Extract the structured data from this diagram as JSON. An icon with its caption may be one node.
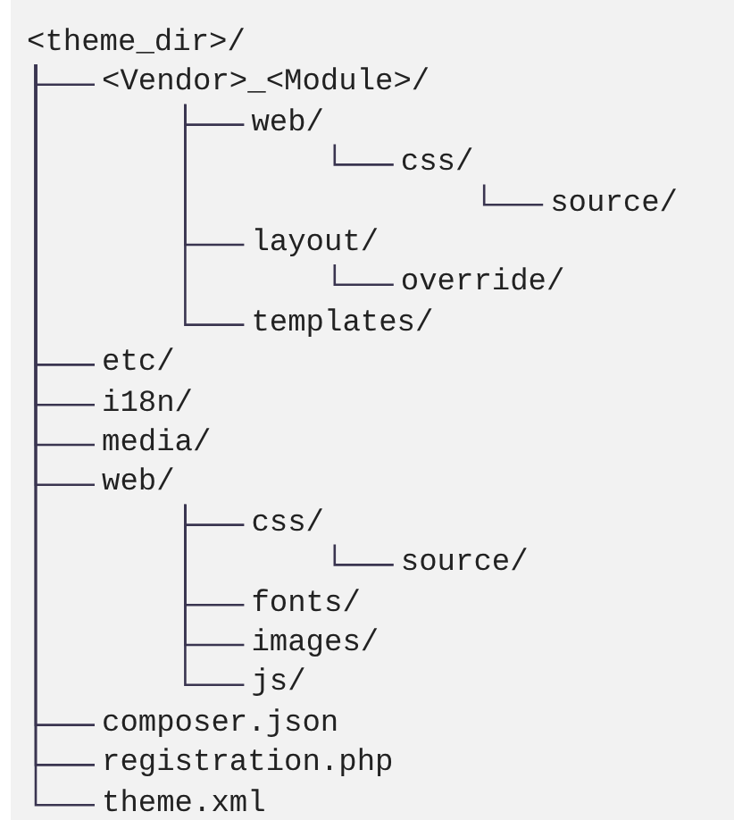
{
  "diagram": {
    "nodes": [
      {
        "text": [
          "<theme_dir>/"
        ]
      },
      {
        "text": [
          "<Vendor>_<Module>/"
        ]
      },
      {
        "text": [
          "web/"
        ]
      },
      {
        "text": [
          "css/"
        ]
      },
      {
        "text": [
          "source/"
        ]
      },
      {
        "text": [
          "layout/"
        ]
      },
      {
        "text": [
          "override/"
        ]
      },
      {
        "text": [
          "templates/"
        ]
      },
      {
        "text": [
          "etc/"
        ]
      },
      {
        "text": [
          "i18n/"
        ]
      },
      {
        "text": [
          "media/"
        ]
      },
      {
        "text": [
          "web/"
        ]
      },
      {
        "text": [
          "css/"
        ]
      },
      {
        "text": [
          "source/"
        ]
      },
      {
        "text": [
          "fonts/"
        ]
      },
      {
        "text": [
          "images/"
        ]
      },
      {
        "text": [
          "js/"
        ]
      },
      {
        "text": [
          "composer.json"
        ]
      },
      {
        "text": [
          "registration.php"
        ]
      },
      {
        "text": [
          "theme.xml"
        ]
      }
    ],
    "edges": [
      {
        "from": 0,
        "to": 1,
        "arrow": "none"
      },
      {
        "from": 1,
        "to": 2,
        "arrow": "none"
      },
      {
        "from": 2,
        "to": 3,
        "arrow": "none"
      },
      {
        "from": 3,
        "to": 4,
        "arrow": "none"
      },
      {
        "from": 1,
        "to": 5,
        "arrow": "none"
      },
      {
        "from": 5,
        "to": 6,
        "arrow": "none"
      },
      {
        "from": 1,
        "to": 7,
        "arrow": "none"
      },
      {
        "from": 0,
        "to": 8,
        "arrow": "none"
      },
      {
        "from": 0,
        "to": 9,
        "arrow": "none"
      },
      {
        "from": 0,
        "to": 10,
        "arrow": "none"
      },
      {
        "from": 0,
        "to": 11,
        "arrow": "none"
      },
      {
        "from": 11,
        "to": 12,
        "arrow": "none"
      },
      {
        "from": 12,
        "to": 13,
        "arrow": "none"
      },
      {
        "from": 11,
        "to": 14,
        "arrow": "none"
      },
      {
        "from": 11,
        "to": 15,
        "arrow": "none"
      },
      {
        "from": 11,
        "to": 16,
        "arrow": "none"
      },
      {
        "from": 0,
        "to": 17,
        "arrow": "none"
      },
      {
        "from": 0,
        "to": 18,
        "arrow": "none"
      },
      {
        "from": 0,
        "to": 19,
        "arrow": "none"
      }
    ]
  }
}
